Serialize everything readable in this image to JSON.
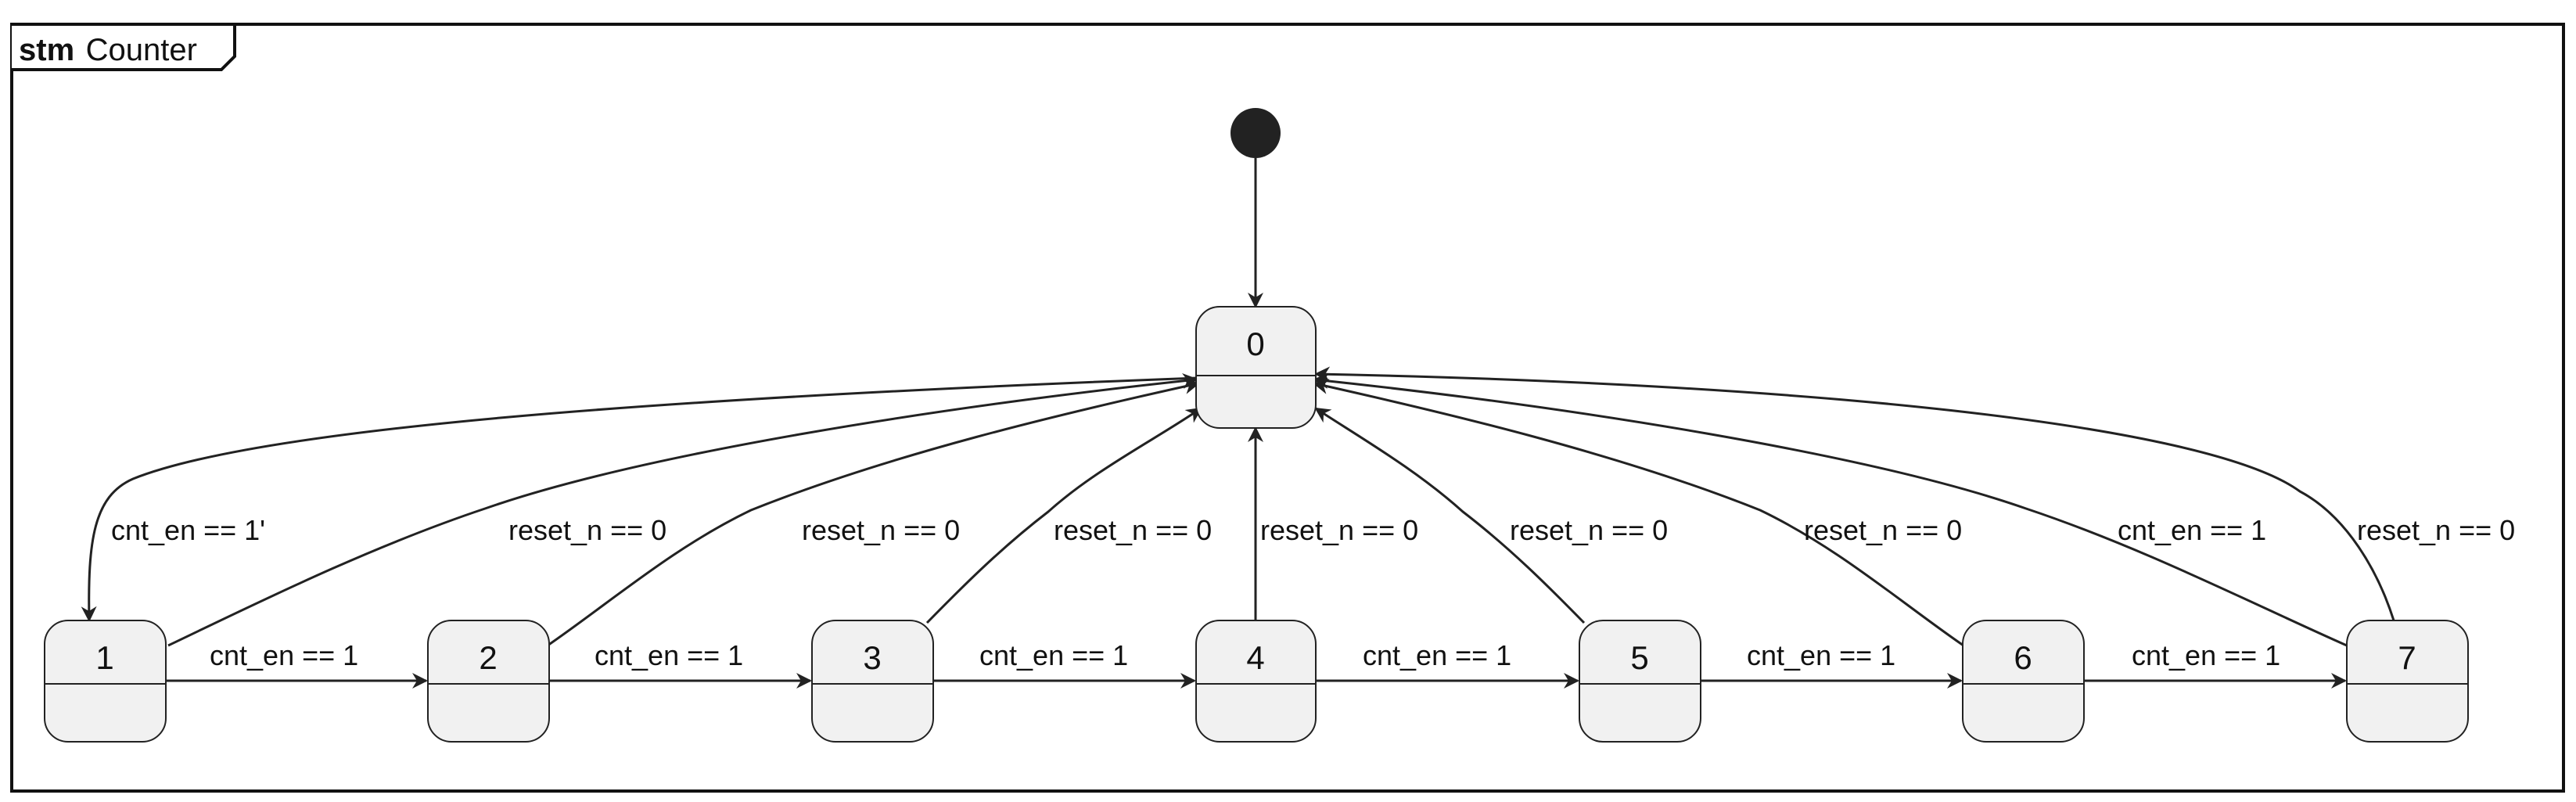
{
  "frame": {
    "keyword": "stm",
    "name": "Counter"
  },
  "initial_state": {
    "target": "0"
  },
  "states": [
    {
      "id": "0",
      "label": "0"
    },
    {
      "id": "1",
      "label": "1"
    },
    {
      "id": "2",
      "label": "2"
    },
    {
      "id": "3",
      "label": "3"
    },
    {
      "id": "4",
      "label": "4"
    },
    {
      "id": "5",
      "label": "5"
    },
    {
      "id": "6",
      "label": "6"
    },
    {
      "id": "7",
      "label": "7"
    }
  ],
  "transitions": [
    {
      "from": "init",
      "to": "0",
      "label": ""
    },
    {
      "from": "0",
      "to": "1",
      "label": "cnt_en == 1'"
    },
    {
      "from": "1",
      "to": "0",
      "label": "reset_n == 0"
    },
    {
      "from": "2",
      "to": "0",
      "label": "reset_n == 0"
    },
    {
      "from": "3",
      "to": "0",
      "label": "reset_n == 0"
    },
    {
      "from": "4",
      "to": "0",
      "label": "reset_n == 0"
    },
    {
      "from": "5",
      "to": "0",
      "label": "reset_n == 0"
    },
    {
      "from": "6",
      "to": "0",
      "label": "reset_n == 0"
    },
    {
      "from": "7",
      "to": "0",
      "label": "cnt_en == 1"
    },
    {
      "from": "7",
      "to": "0",
      "label": "reset_n == 0"
    },
    {
      "from": "1",
      "to": "2",
      "label": "cnt_en == 1"
    },
    {
      "from": "2",
      "to": "3",
      "label": "cnt_en == 1"
    },
    {
      "from": "3",
      "to": "4",
      "label": "cnt_en == 1"
    },
    {
      "from": "4",
      "to": "5",
      "label": "cnt_en == 1"
    },
    {
      "from": "5",
      "to": "6",
      "label": "cnt_en == 1"
    },
    {
      "from": "6",
      "to": "7",
      "label": "cnt_en == 1"
    }
  ]
}
